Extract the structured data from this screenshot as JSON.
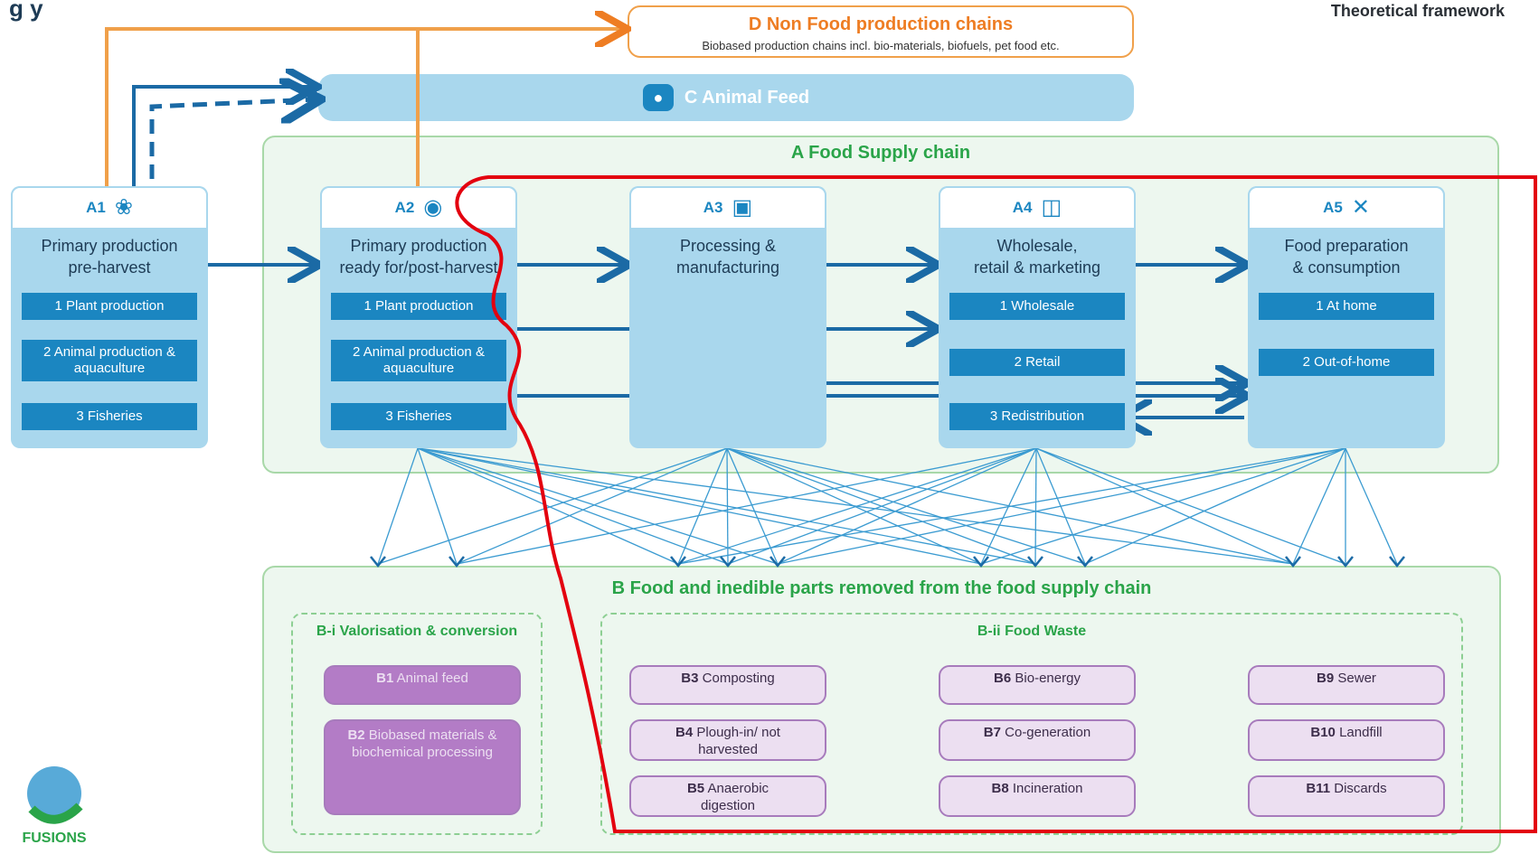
{
  "header": {
    "title_partial": "g     y",
    "framework": "Theoretical framework"
  },
  "non_food": {
    "title": "D Non Food production chains",
    "subtitle": "Biobased production chains incl. bio-materials, biofuels, pet food etc."
  },
  "animal_feed": {
    "title": "C Animal Feed",
    "icon": "pig-icon"
  },
  "food_supply": {
    "title": "A Food Supply chain"
  },
  "stages": [
    {
      "code": "A1",
      "icon": "wheat-icon",
      "title_l1": "Primary production",
      "title_l2": "pre-harvest",
      "subs": [
        "1 Plant production",
        "2 Animal production & aquaculture",
        "3 Fisheries"
      ]
    },
    {
      "code": "A2",
      "icon": "tractor-icon",
      "title_l1": "Primary production",
      "title_l2": "ready for/post-harvest",
      "subs": [
        "1 Plant production",
        "2 Animal production & aquaculture",
        "3 Fisheries"
      ]
    },
    {
      "code": "A3",
      "icon": "factory-icon",
      "title_l1": "Processing &",
      "title_l2": "manufacturing",
      "subs": []
    },
    {
      "code": "A4",
      "icon": "cart-icon",
      "title_l1": "Wholesale,",
      "title_l2": "retail & marketing",
      "subs": [
        "1 Wholesale",
        "2 Retail",
        "3 Redistribution"
      ]
    },
    {
      "code": "A5",
      "icon": "cutlery-icon",
      "title_l1": "Food preparation",
      "title_l2": "& consumption",
      "subs": [
        "1 At home",
        "2 Out-of-home"
      ]
    }
  ],
  "removed": {
    "title": "B Food and inedible parts removed from the food supply chain"
  },
  "valorisation": {
    "title": "B-i Valorisation & conversion",
    "items": [
      {
        "code": "B1",
        "label": "Animal feed"
      },
      {
        "code": "B2",
        "label": "Biobased materials & biochemical processing"
      }
    ]
  },
  "waste": {
    "title": "B-ii Food Waste",
    "items": [
      {
        "code": "B3",
        "label": "Composting"
      },
      {
        "code": "B4",
        "label": "Plough-in/ not harvested"
      },
      {
        "code": "B5",
        "label": "Anaerobic digestion"
      },
      {
        "code": "B6",
        "label": "Bio-energy"
      },
      {
        "code": "B7",
        "label": "Co-generation"
      },
      {
        "code": "B8",
        "label": "Incineration"
      },
      {
        "code": "B9",
        "label": "Sewer"
      },
      {
        "code": "B10",
        "label": "Landfill"
      },
      {
        "code": "B11",
        "label": "Discards"
      }
    ]
  },
  "logo": {
    "text": "FUSIONS"
  },
  "colors": {
    "orange": "#ee7d23",
    "blue": "#1b86c1",
    "light_blue": "#a9d7ed",
    "green": "#2aa449",
    "purple": "#a77bbc",
    "red": "#e3000f"
  }
}
